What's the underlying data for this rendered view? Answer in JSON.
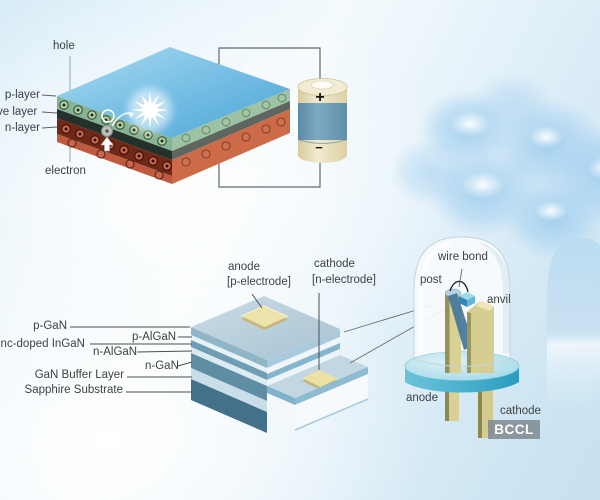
{
  "cross_section": {
    "hole": "hole",
    "electron": "electron",
    "p_layer": "p-layer",
    "active_layer": "ve layer",
    "n_layer": "n-layer",
    "battery_plus": "+",
    "battery_minus": "−"
  },
  "chip_stack": {
    "anode": "anode",
    "anode_electrode": "[p-electrode]",
    "cathode": "cathode",
    "cathode_electrode": "[n-electrode]",
    "layer_labels": [
      "p-GaN",
      "inc-doped InGaN",
      "p-AlGaN",
      "n-AlGaN",
      "n-GaN",
      "GaN Buffer Layer",
      "Sapphire Substrate"
    ]
  },
  "led_lamp": {
    "wire_bond": "wire bond",
    "post": "post",
    "anvil": "anvil",
    "anode": "anode",
    "cathode": "cathode"
  },
  "watermark": "BCCL",
  "palette": {
    "background_blue": "#cfe6f3",
    "chip_top_blue": "#54abdc",
    "p_layer_green": "#86b394",
    "active_layer_dark": "#24302a",
    "n_layer_red": "#6e2818",
    "substrate_orange": "#cd6b49",
    "battery_body_blue": "#6f9cb8",
    "battery_band_cream": "#ecdfb8",
    "stack_face_blue": "#5f8da4",
    "electrode_gold": "#eee3aa",
    "led_flange_teal": "#4fb2cd",
    "led_lead_khaki": "#d8d095",
    "label_text": "#3e4142",
    "watermark_bg": "#7c858c"
  }
}
